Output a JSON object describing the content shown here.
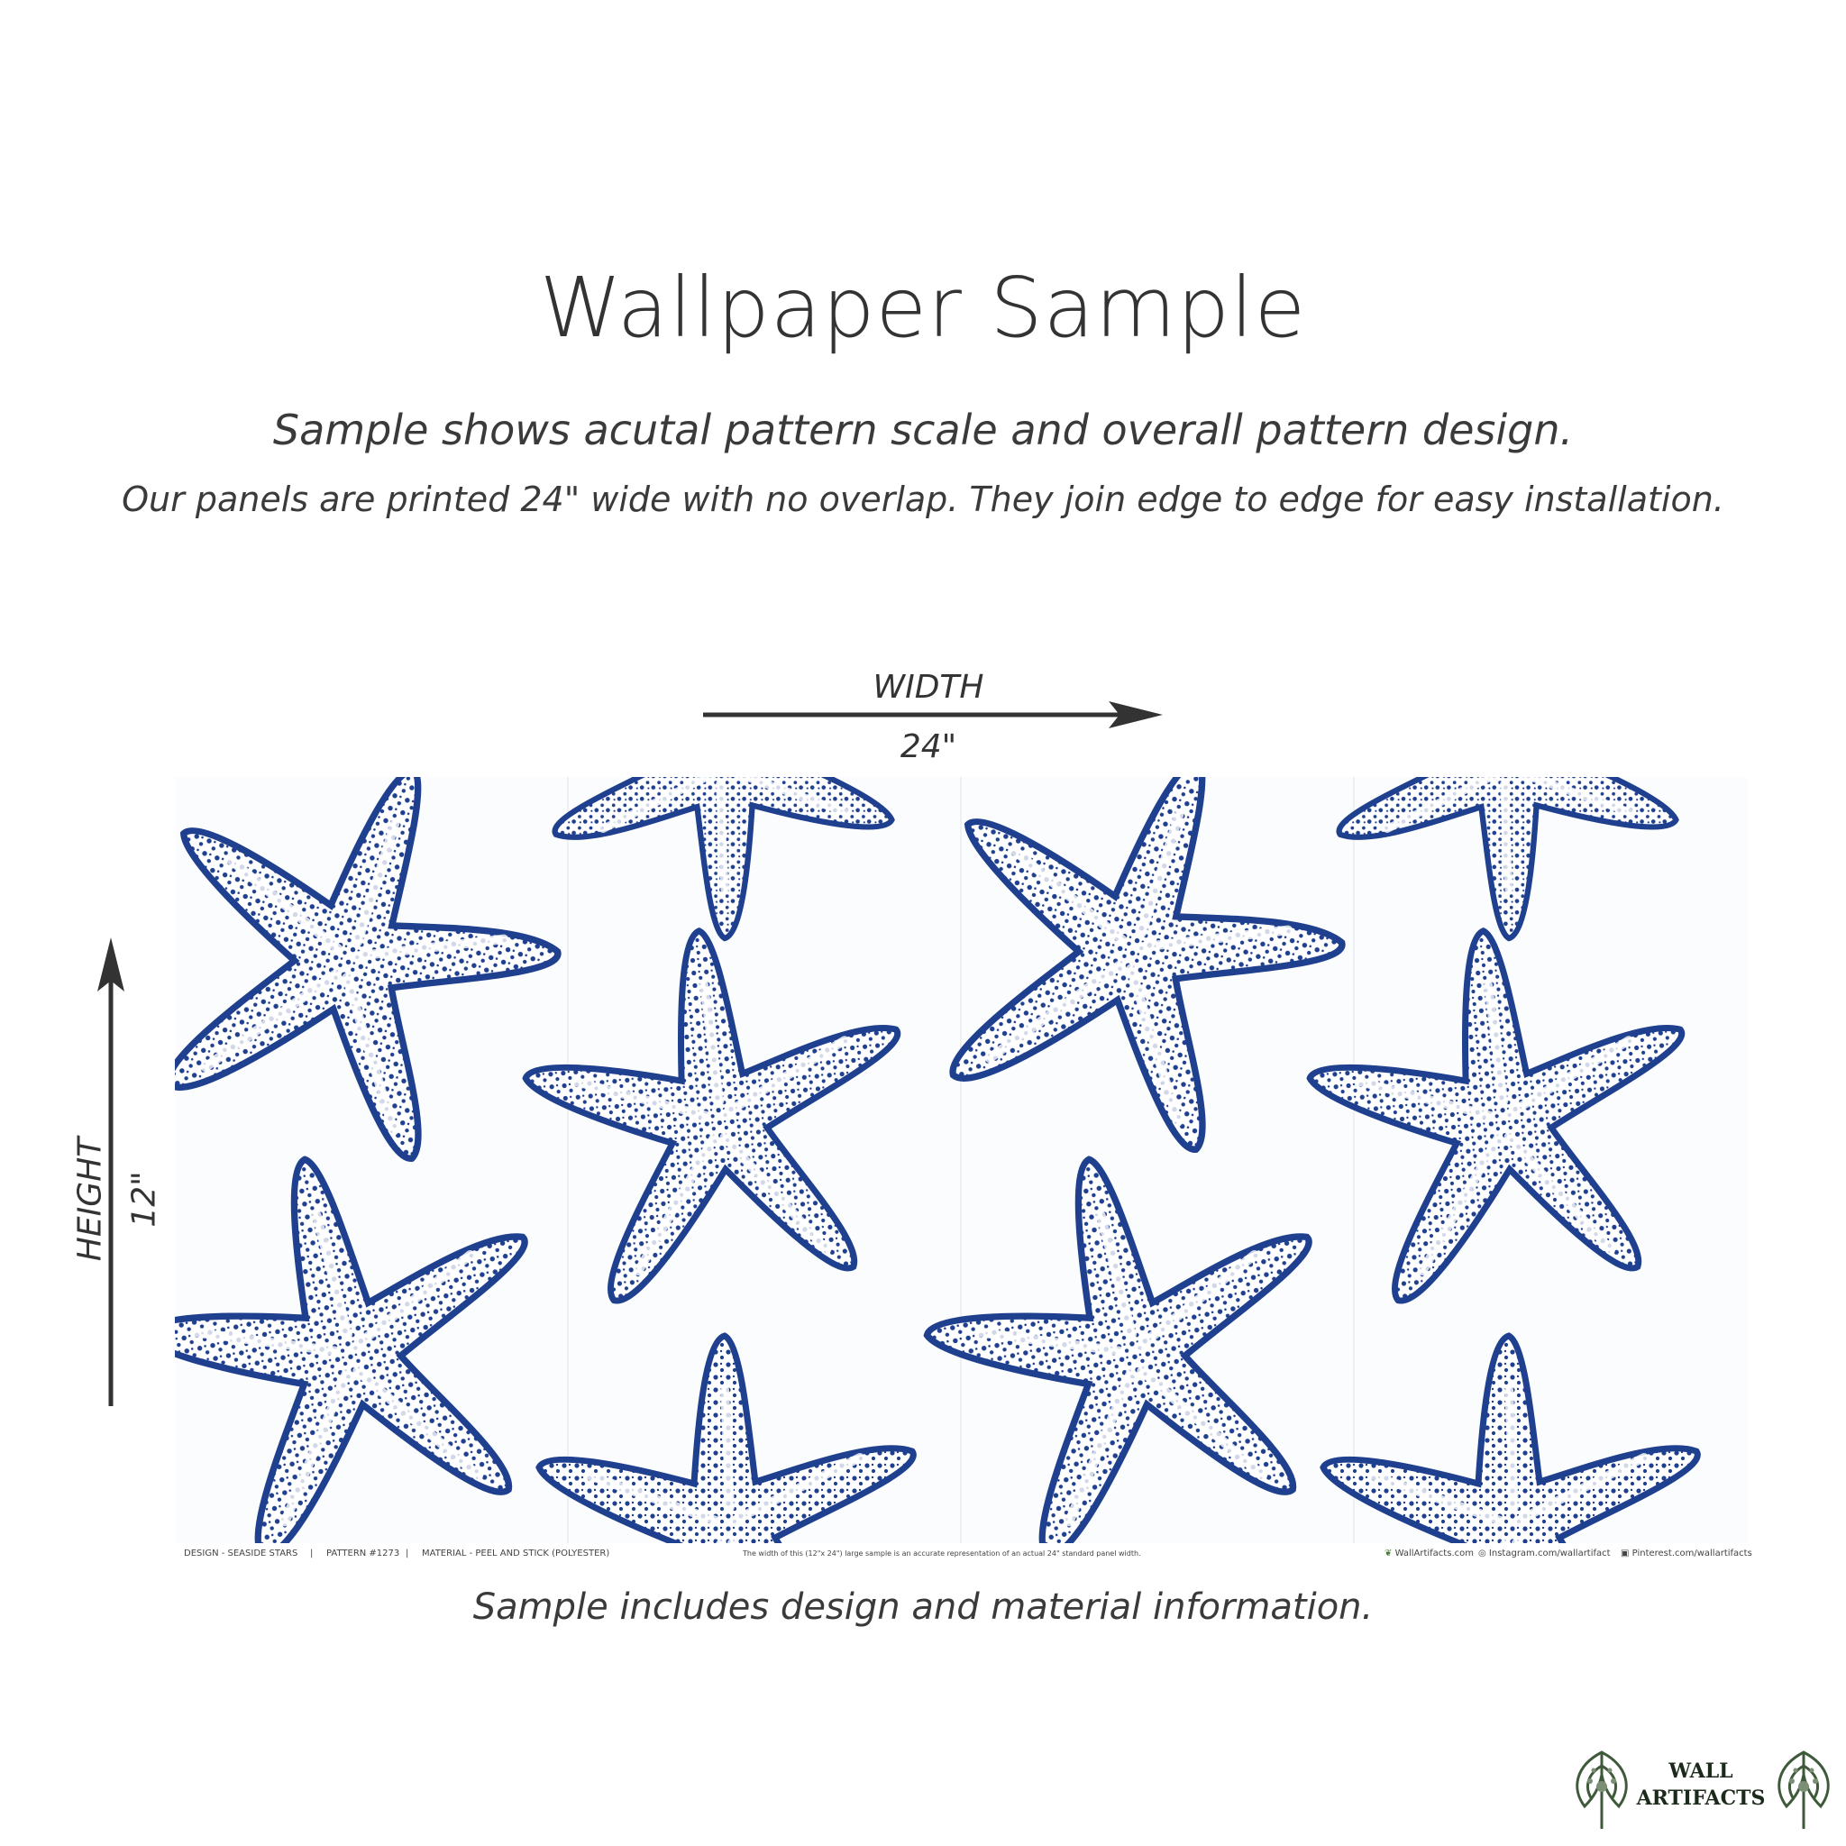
{
  "header": {
    "title": "Wallpaper Sample",
    "subtitle": "Sample shows acutal pattern scale and overall pattern design.",
    "description": "Our panels are printed 24\" wide with no overlap. They join edge to edge for easy installation."
  },
  "dimensions": {
    "width_label": "WIDTH",
    "width_value": "24\"",
    "height_label": "HEIGHT",
    "height_value": "12\""
  },
  "sample": {
    "pattern_color": "#1f3f8f",
    "footer": {
      "design": "DESIGN - SEASIDE STARS",
      "sep1": "|",
      "pattern": "PATTERN #1273",
      "sep2": "|",
      "material": "MATERIAL - PEEL AND STICK (POLYESTER)",
      "note": "The width of this (12\"x 24\") large sample is an accurate representation of an actual 24\" standard panel width.",
      "website": "WallArtifacts.com",
      "instagram": "Instagram.com/wallartifact",
      "pinterest": "Pinterest.com/wallartifacts"
    }
  },
  "caption": "Sample includes design and material information.",
  "logo": {
    "line1": "WALL",
    "line2": "ARTIFACTS"
  }
}
